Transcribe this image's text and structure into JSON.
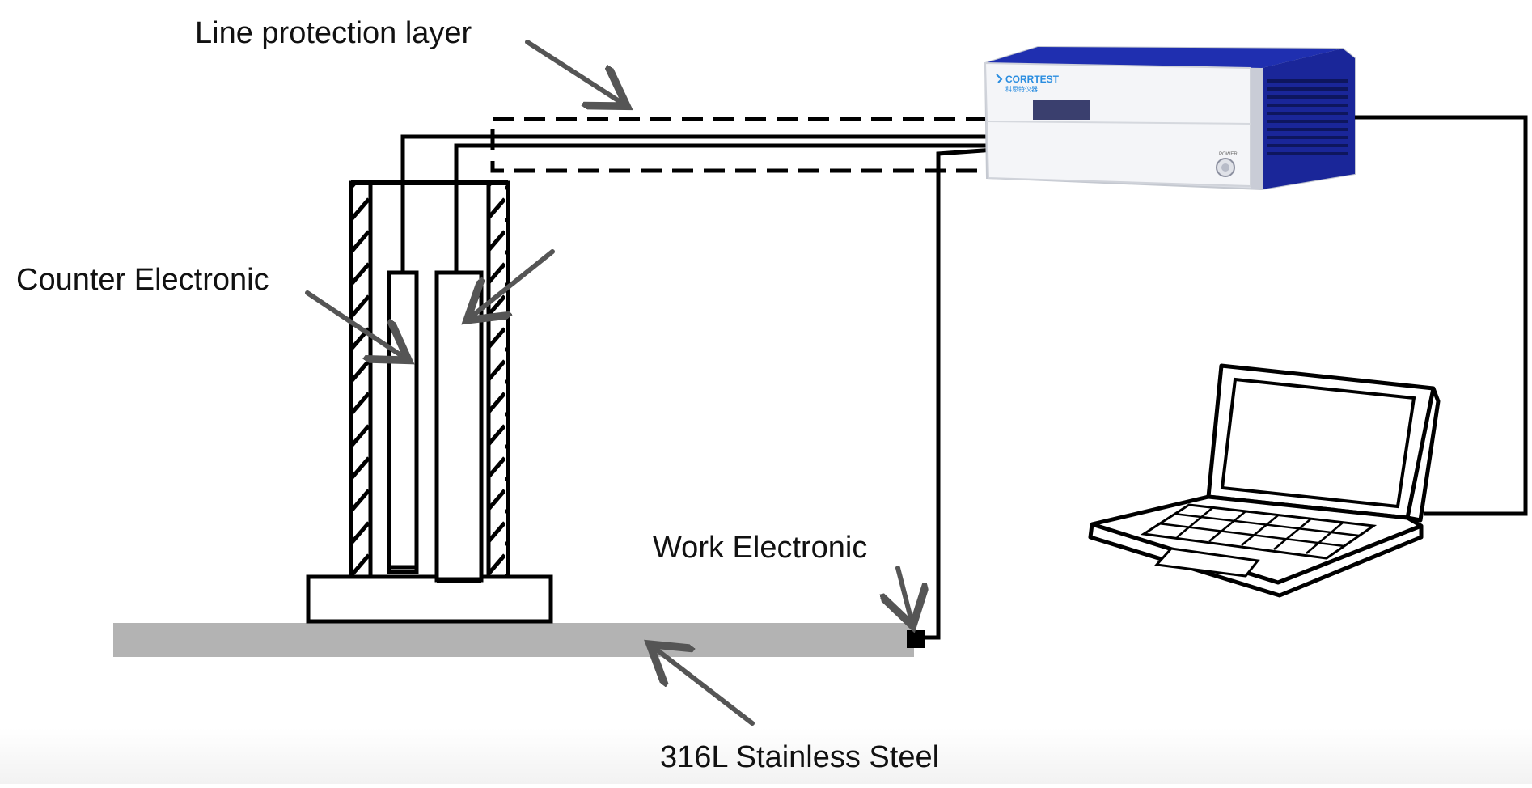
{
  "labels": {
    "line_protection": "Line protection layer",
    "counter_electrode": "Counter Electronic",
    "work_electrode": "Work Electronic",
    "steel": "316L Stainless Steel"
  },
  "device": {
    "brand": "CORRTEST",
    "brand_sub": "科思特仪器",
    "power_label": "POWER",
    "body_color": "#f4f5f8",
    "accent_color": "#1f2fb0"
  },
  "colors": {
    "steel_plate": "#b3b3b3",
    "arrow": "#555555",
    "brand_text": "#2a8de0"
  }
}
